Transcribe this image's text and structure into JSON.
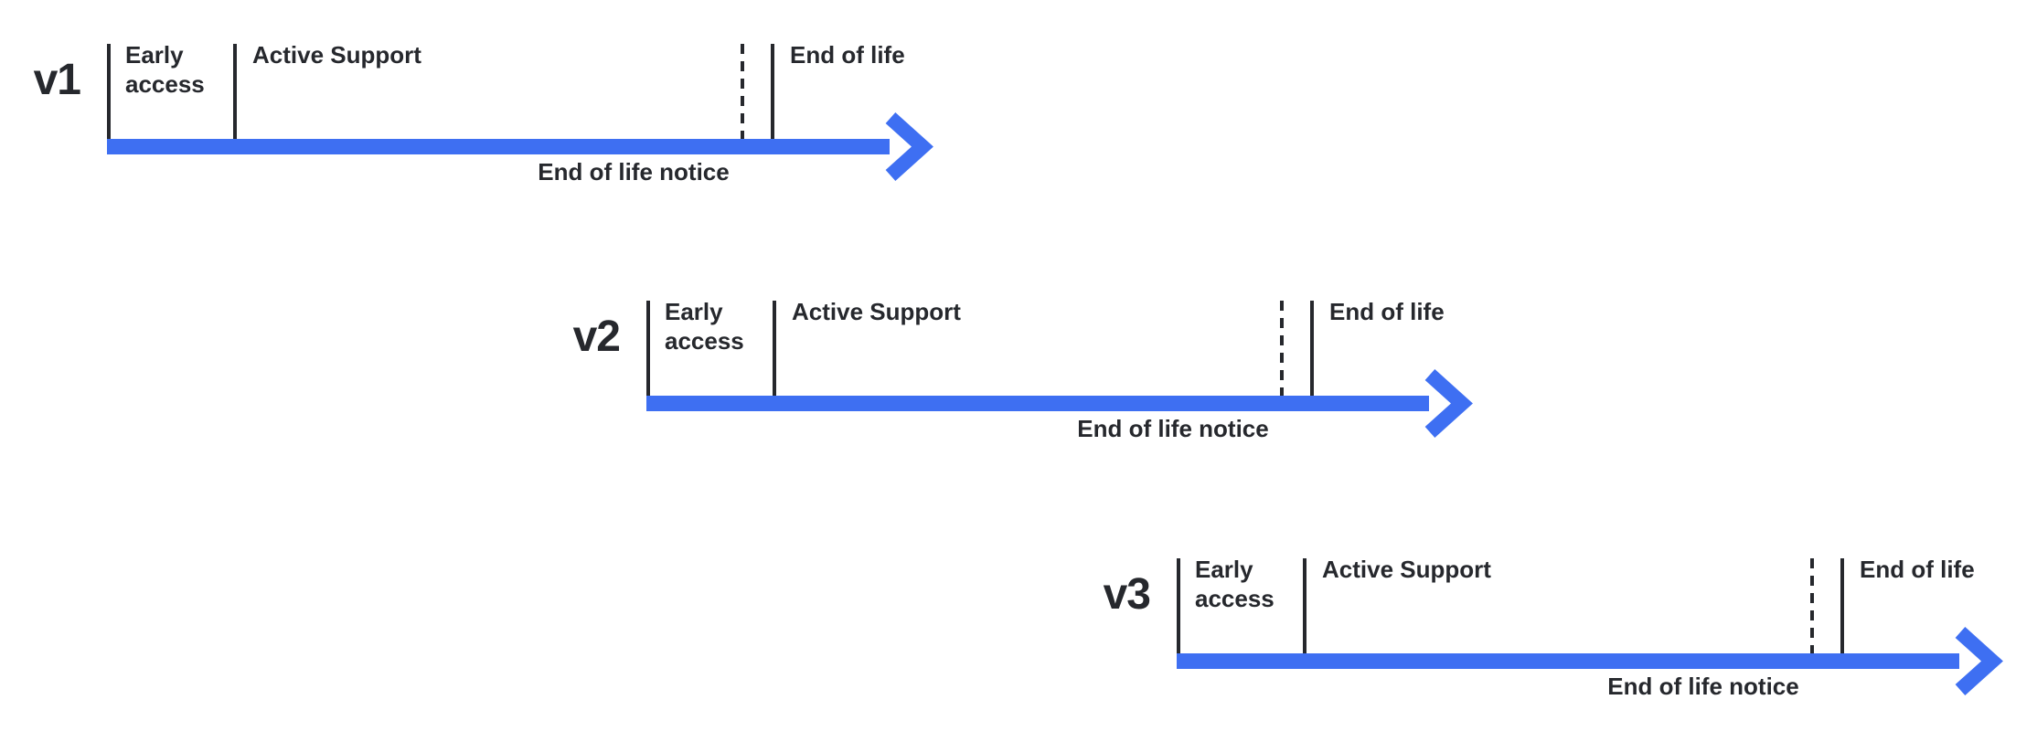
{
  "colors": {
    "arrow_blue": "#3E6FF2",
    "ink": "#26282d"
  },
  "icons": {
    "arrow_head": "right-arrow-chevron"
  },
  "timelines": [
    {
      "version": "v1",
      "labels": {
        "early_access": "Early access",
        "active_support": "Active Support",
        "end_of_life": "End of life",
        "end_of_life_notice": "End of life notice"
      }
    },
    {
      "version": "v2",
      "labels": {
        "early_access": "Early access",
        "active_support": "Active Support",
        "end_of_life": "End of life",
        "end_of_life_notice": "End of life notice"
      }
    },
    {
      "version": "v3",
      "labels": {
        "early_access": "Early access",
        "active_support": "Active Support",
        "end_of_life": "End of life",
        "end_of_life_notice": "End of life notice"
      }
    }
  ]
}
